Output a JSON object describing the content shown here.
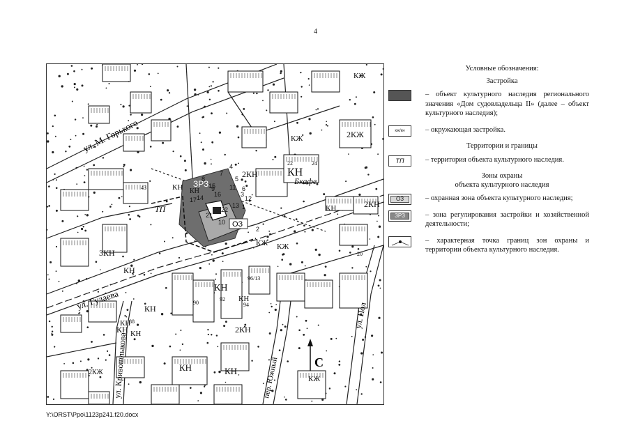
{
  "page": {
    "number": "4",
    "footer_path": "Y:\\ORST\\Ppo\\1123p241.f20.docx"
  },
  "legend": {
    "title": "Условные обозначения:",
    "sections": [
      {
        "heading": "Застройка",
        "items": [
          {
            "swatch": "heritage",
            "swatch_label": "",
            "text": "– объект культурного наследия регионального значения «Дом судовладельца II» (далее – объект культурного наследия);"
          },
          {
            "swatch": "surround",
            "swatch_label": "кж/кн",
            "text": "– окружающая застройка."
          }
        ]
      },
      {
        "heading": "Территории и границы",
        "items": [
          {
            "swatch": "territory",
            "swatch_label": "ТП",
            "text": "– территория объекта культурного наследия."
          }
        ]
      },
      {
        "heading": "Зоны охраны",
        "heading2": "объекта культурного наследия",
        "items": [
          {
            "swatch": "oz",
            "swatch_label": "ОЗ",
            "text": "– охранная зона объекта культурного наследия;"
          },
          {
            "swatch": "zrz",
            "swatch_label": "ЗРЗ",
            "text": "– зона регулирования застройки и хозяйственной деятельности;"
          },
          {
            "swatch": "point",
            "swatch_label": "",
            "text": "– характерная точка границ зон охраны и территории объекта культурного наследия."
          }
        ]
      }
    ]
  },
  "map": {
    "streets": [
      "ул. М. Горького",
      "ул. Гулаева",
      "ул. Кривошлыкова",
      "ул. Пол",
      "пер. Южный"
    ],
    "zone_labels": {
      "zrz": "ЗРЗ",
      "oz": "ОЗ",
      "tp": "ТП"
    },
    "north_label": "С",
    "cafe_label": "Бкафе",
    "building_labels": [
      "КН",
      "КЖ",
      "2КН",
      "2КЖ",
      "3КН",
      "КН",
      "КН",
      "КН",
      "КН",
      "КН",
      "КН",
      "КН",
      "2КН",
      "КЖ",
      "КЖ",
      "КН",
      "2КЖ",
      "КН",
      "КН",
      "КН",
      "КЖ",
      "2КН",
      "КН",
      "КЖ"
    ],
    "house_numbers": [
      "90",
      "92",
      "94",
      "88",
      "96/13",
      "20",
      "43",
      "22",
      "24"
    ],
    "point_numbers": [
      "1",
      "2",
      "3",
      "4",
      "5",
      "6",
      "7",
      "8",
      "9",
      "10",
      "11",
      "12",
      "13",
      "14",
      "15",
      "16",
      "17",
      "21",
      "22"
    ]
  }
}
